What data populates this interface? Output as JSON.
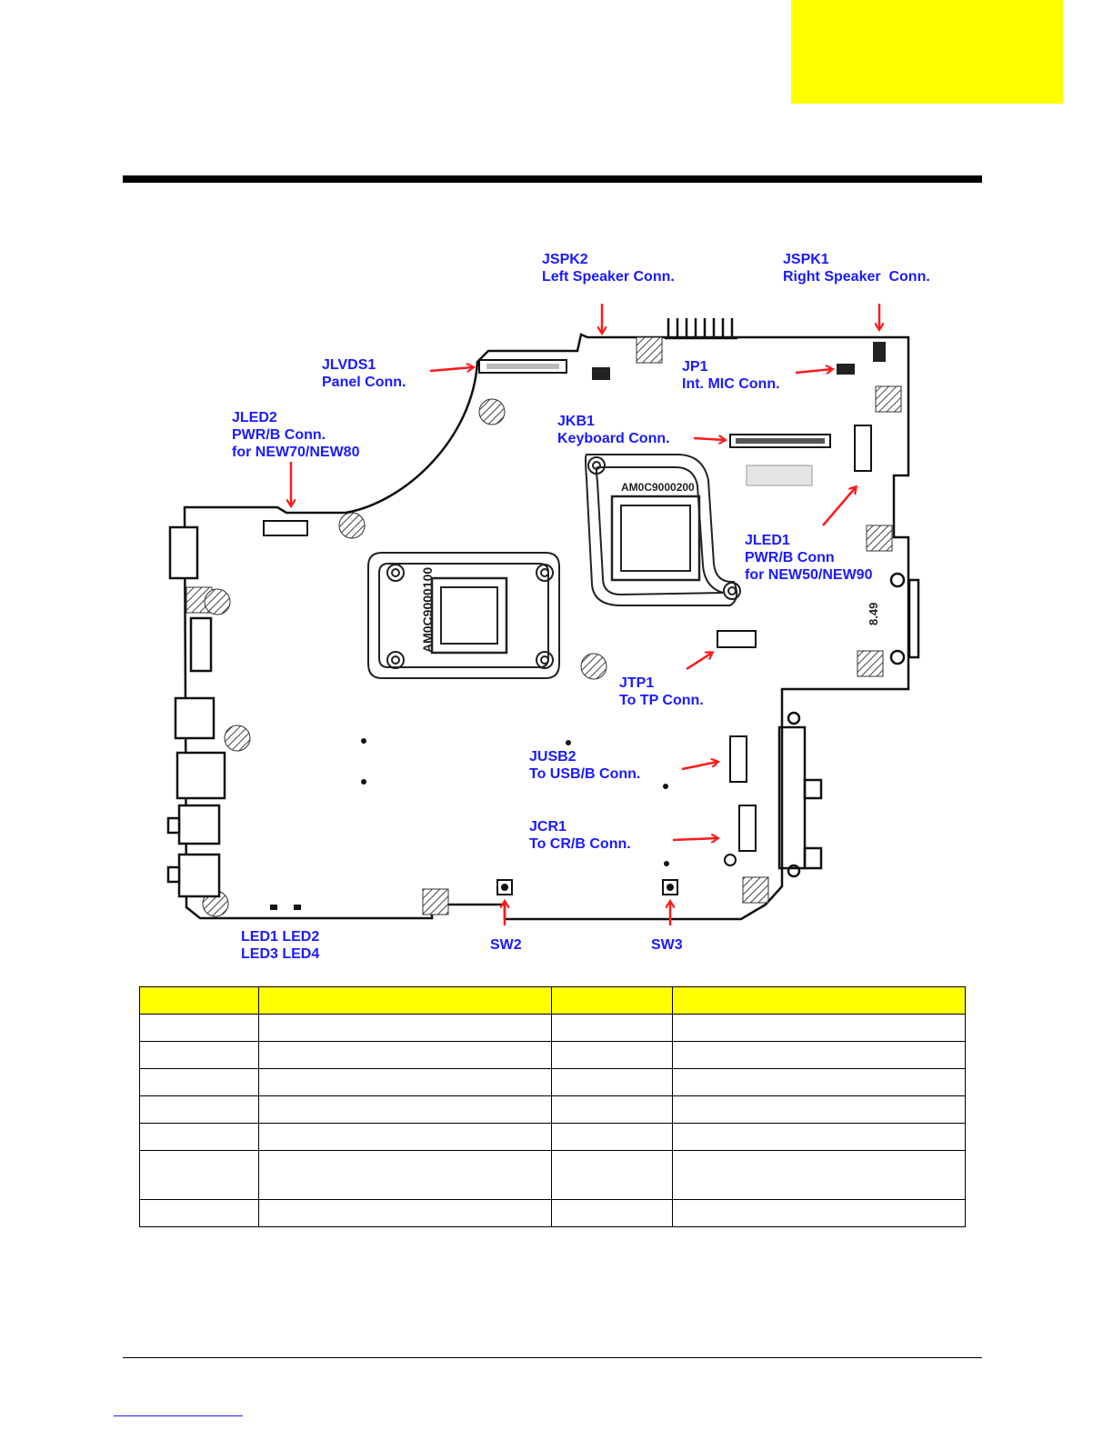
{
  "colors": {
    "accent_yellow": "#ffff00",
    "label_blue": "#1a1aff",
    "arrow_red": "#ff1a1a"
  },
  "board_silkscreen": {
    "chip_left": "AM0C9000100",
    "chip_right": "AM0C9000200",
    "side_mark": "8.49"
  },
  "callouts": [
    {
      "id": "jspk2",
      "ref": "JSPK2",
      "desc": "Left Speaker Conn."
    },
    {
      "id": "jspk1",
      "ref": "JSPK1",
      "desc": "Right Speaker  Conn."
    },
    {
      "id": "jlvds1",
      "ref": "JLVDS1",
      "desc": "Panel Conn."
    },
    {
      "id": "jp1",
      "ref": "JP1",
      "desc": "Int. MIC Conn."
    },
    {
      "id": "jled2",
      "ref": "JLED2",
      "desc": "PWR/B Conn.\nfor NEW70/NEW80"
    },
    {
      "id": "jkb1",
      "ref": "JKB1",
      "desc": "Keyboard Conn."
    },
    {
      "id": "jled1",
      "ref": "JLED1",
      "desc": "PWR/B Conn\nfor NEW50/NEW90"
    },
    {
      "id": "jtp1",
      "ref": "JTP1",
      "desc": "To TP Conn."
    },
    {
      "id": "jusb2",
      "ref": "JUSB2",
      "desc": "To USB/B Conn."
    },
    {
      "id": "jcr1",
      "ref": "JCR1",
      "desc": "To CR/B Conn."
    },
    {
      "id": "leds",
      "ref": "LED1 LED2",
      "desc": "LED3 LED4"
    },
    {
      "id": "sw2",
      "ref": "SW2",
      "desc": ""
    },
    {
      "id": "sw3",
      "ref": "SW3",
      "desc": ""
    }
  ],
  "table": {
    "headers": [
      "",
      "",
      "",
      ""
    ],
    "rows": [
      [
        "",
        "",
        "",
        ""
      ],
      [
        "",
        "",
        "",
        ""
      ],
      [
        "",
        "",
        "",
        ""
      ],
      [
        "",
        "",
        "",
        ""
      ],
      [
        "",
        "",
        "",
        ""
      ],
      [
        "",
        "",
        "",
        ""
      ],
      [
        "",
        "",
        "",
        ""
      ]
    ]
  }
}
